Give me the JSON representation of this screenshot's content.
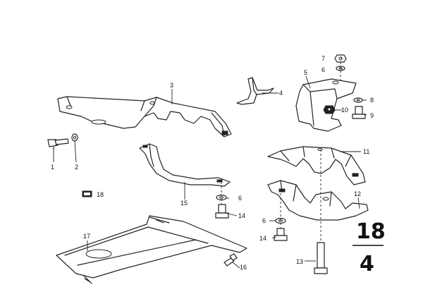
{
  "diagram": {
    "callouts": {
      "c1": "1",
      "c2": "2",
      "c3": "3",
      "c4": "4",
      "c5": "5",
      "c6a": "6",
      "c6b": "6",
      "c6c": "6",
      "c7": "7",
      "c8": "8",
      "c9": "9",
      "c10": "10",
      "c11": "11",
      "c12": "12",
      "c13": "13",
      "c14a": "14",
      "c14b": "14",
      "c15": "15",
      "c16": "16",
      "c17": "17",
      "c18": "18"
    },
    "page_reference": {
      "numerator": "18",
      "denominator": "4"
    }
  }
}
